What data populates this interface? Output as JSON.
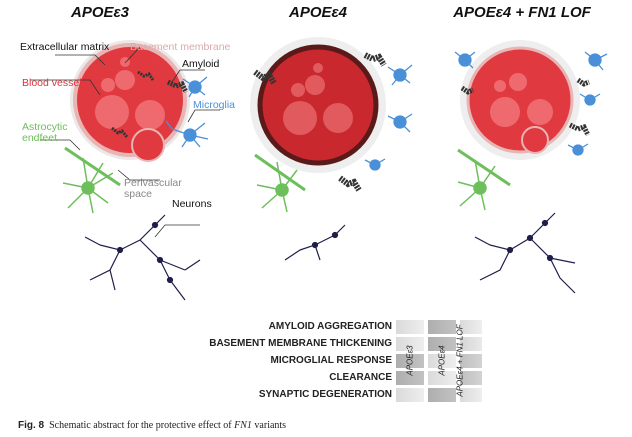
{
  "panels": [
    {
      "title": "APOEε3"
    },
    {
      "title": "APOEε4"
    },
    {
      "title": "APOEε4 + FN1 LOF"
    }
  ],
  "labels": {
    "extracellular_matrix": "Extracellular matrix",
    "basement_membrane": "Basement membrane",
    "amyloid": "Amyloid",
    "blood_vessel": "Blood vessel",
    "microglia": "Microglia",
    "astrocytic_endfeet": "Astrocytic\nendfeet",
    "perivascular_space": "Perivascular\nspace",
    "neurons": "Neurons"
  },
  "colors": {
    "vessel": "#e8393f",
    "basement_membrane": "#e8b4b4",
    "microglia": "#4a90d9",
    "astrocyte": "#6cbf5a",
    "neuron": "#1f1f4a"
  },
  "heatmap": {
    "rows": [
      "AMYLOID AGGREGATION",
      "BASEMENT MEMBRANE THICKENING",
      "MICROGLIAL RESPONSE",
      "CLEARANCE",
      "SYNAPTIC DEGENERATION"
    ],
    "columns": [
      "APOEε3",
      "APOEε4",
      "APOEε4 + FN1 LOF"
    ],
    "levels": [
      [
        0.2,
        0.6,
        0.2
      ],
      [
        0.2,
        0.6,
        0.25
      ],
      [
        0.6,
        0.2,
        0.45
      ],
      [
        0.6,
        0.2,
        0.45
      ],
      [
        0.2,
        0.6,
        0.2
      ]
    ]
  },
  "caption": {
    "label": "Fig. 8",
    "text_before": "Schematic abstract for the protective effect of ",
    "gene": "FN1",
    "text_after": " variants"
  }
}
